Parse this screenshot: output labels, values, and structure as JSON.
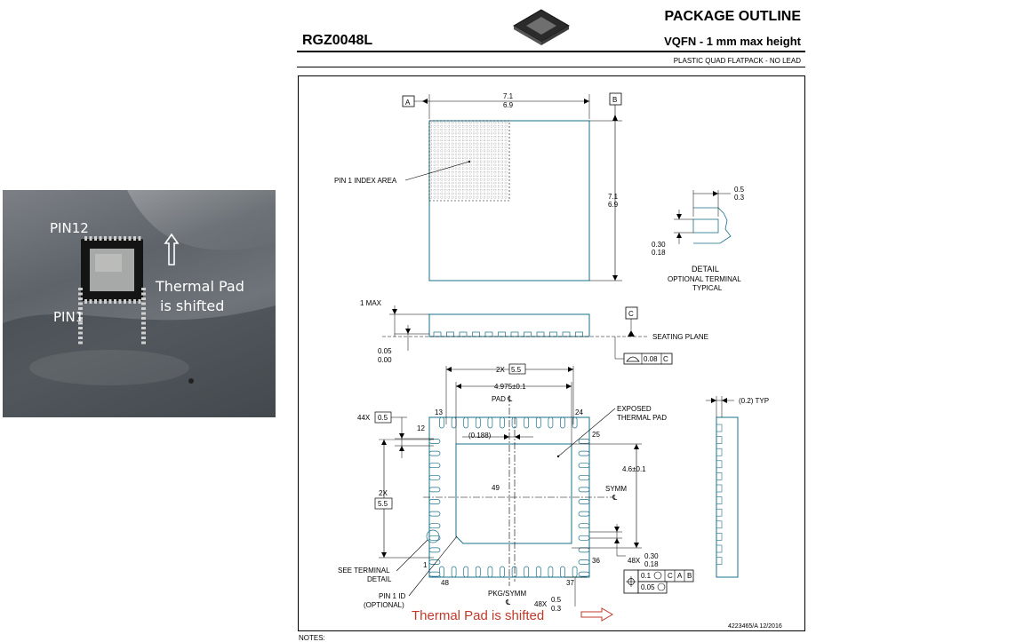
{
  "photo": {
    "label_pin12": "PIN12",
    "label_pin1": "PIN1",
    "label_thermal_line1": "Thermal Pad",
    "label_thermal_line2": "is shifted"
  },
  "header": {
    "part_number": "RGZ0048L",
    "title": "PACKAGE OUTLINE",
    "subtitle": "VQFN - 1 mm max height",
    "description": "PLASTIC QUAD FLATPACK - NO LEAD"
  },
  "drawing": {
    "datum_a": "A",
    "datum_b": "B",
    "datum_c": "C",
    "width_max": "7.1",
    "width_min": "6.9",
    "height_max": "7.1",
    "height_min": "6.9",
    "pin1_index_area": "PIN 1 INDEX AREA",
    "detail_dim_top_max": "0.5",
    "detail_dim_top_min": "0.3",
    "detail_dim_side_max": "0.30",
    "detail_dim_side_min": "0.18",
    "detail_title": "DETAIL",
    "detail_line2": "OPTIONAL TERMINAL",
    "detail_line3": "TYPICAL",
    "one_max": "1 MAX",
    "standoff_max": "0.05",
    "standoff_min": "0.00",
    "seating_plane": "SEATING PLANE",
    "flatness_tol": "0.08",
    "dim_2x": "2X",
    "dim_5_5": "5.5",
    "dim_4975": "4.975±0.1",
    "pad_cl": "PAD ℄",
    "dim_0188": "(0.188)",
    "dim_44x": "44X",
    "dim_0_5": "0.5",
    "pin_13": "13",
    "pin_24": "24",
    "pin_12": "12",
    "pin_25": "25",
    "pin_49": "49",
    "pin_1": "1",
    "pin_36": "36",
    "pin_48": "48",
    "pin_37": "37",
    "exposed_line1": "EXPOSED",
    "exposed_line2": "THERMAL PAD",
    "dim_46": "4.6±0.1",
    "symm": "SYMM",
    "symm_cl": "℄",
    "see_terminal_line1": "SEE TERMINAL",
    "see_terminal_line2": "DETAIL",
    "pin1_id_line1": "PIN 1 ID",
    "pin1_id_line2": "(OPTIONAL)",
    "pkg_symm": "PKG/SYMM",
    "pkg_cl": "℄",
    "dim_48x": "48X",
    "lead_w_max": "0.30",
    "lead_w_min": "0.18",
    "lead_l_max": "0.5",
    "lead_l_min": "0.3",
    "fcf_tol1": "0.1",
    "fcf_tol2": "0.05",
    "fcf_c": "C",
    "fcf_a": "A",
    "fcf_b": "B",
    "side_typ": "(0.2) TYP",
    "annotation": "Thermal Pad is shifted",
    "doc_number": "4223465/A  12/2016",
    "notes_label": "NOTES:"
  },
  "colors": {
    "outline": "#1a6f88",
    "annotation": "#c0392b",
    "ink": "#000000"
  }
}
